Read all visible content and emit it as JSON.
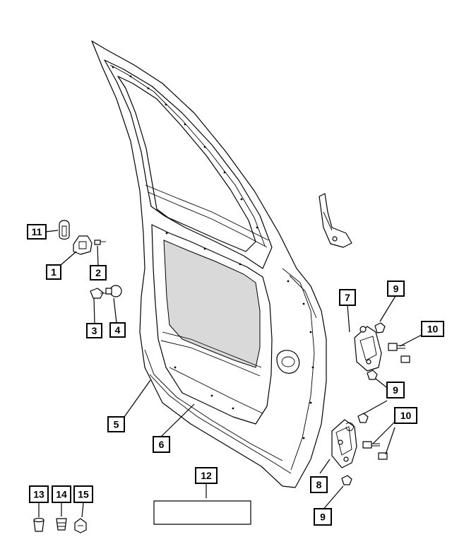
{
  "callouts": {
    "c1": "1",
    "c2": "2",
    "c3": "3",
    "c4": "4",
    "c5": "5",
    "c6": "6",
    "c7": "7",
    "c8": "8",
    "c9a": "9",
    "c9b": "9",
    "c9c": "9",
    "c10a": "10",
    "c10b": "10",
    "c11": "11",
    "c12": "12",
    "c13": "13",
    "c14": "14",
    "c15": "15"
  },
  "colors": {
    "line": "#000000",
    "background": "#ffffff",
    "shade": "#d9d9d9"
  }
}
